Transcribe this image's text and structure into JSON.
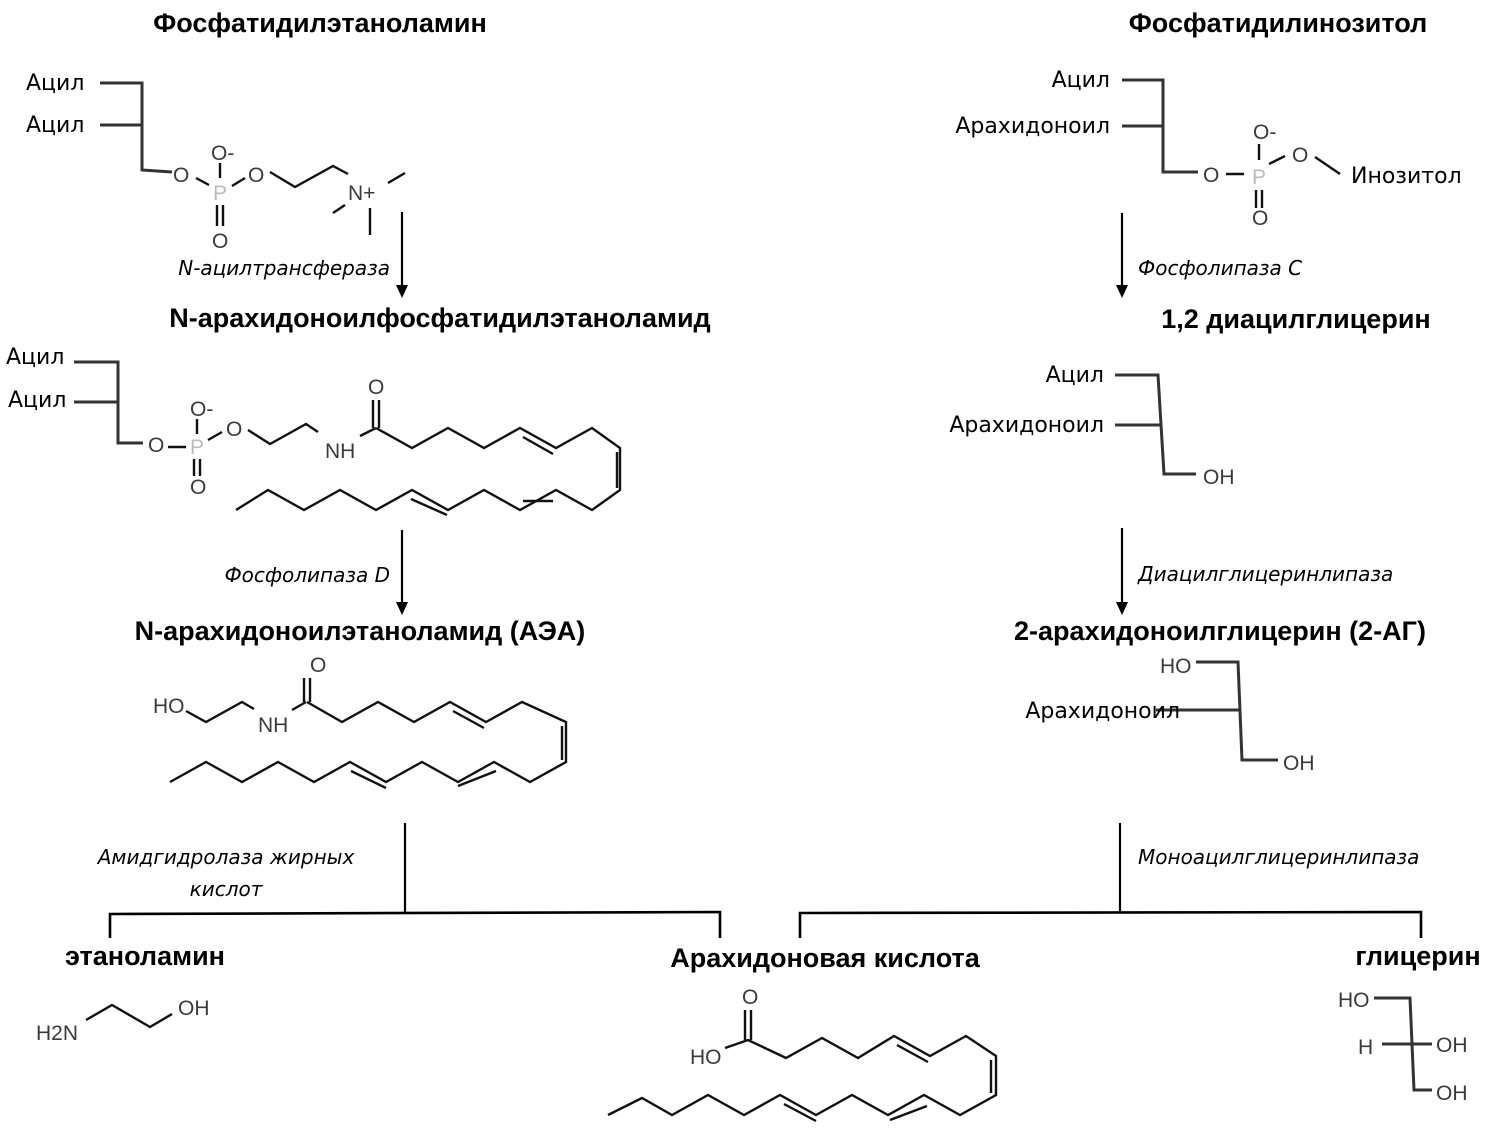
{
  "left_pathway": {
    "start_compound": "Фосфатидилэтаноламин",
    "start_groups": [
      "Ацил",
      "Ацил"
    ],
    "enzyme_1": "N-ацилтрансфераза",
    "intermediate": "N-арахидоноилфосфатидилэтаноламид",
    "intermediate_groups": [
      "Ацил",
      "Ацил"
    ],
    "enzyme_2": "Фосфолипаза D",
    "product": "N-арахидоноилэтаноламид (АЭА)",
    "hydrolysis_enzyme_line1": "Амидгидролаза жирных",
    "hydrolysis_enzyme_line2": "кислот"
  },
  "right_pathway": {
    "start_compound": "Фосфатидилинозитол",
    "start_groups": [
      "Ацил",
      "Арахидоноил"
    ],
    "inositol_label": "Инозитол",
    "enzyme_1": "Фосфолипаза С",
    "intermediate": "1,2 диацилглицерин",
    "intermediate_groups": [
      "Ацил",
      "Арахидоноил"
    ],
    "enzyme_2": "Диацилглицеринлипаза",
    "product": "2-арахидоноилглицерин (2-АГ)",
    "product_group": "Арахидоноил",
    "hydrolysis_enzyme": "Моноацилглицеринлипаза"
  },
  "final_products": {
    "ethanolamine": "этаноламин",
    "arachidonic_acid": "Арахидоновая кислота",
    "glycerol": "глицерин"
  },
  "atoms": {
    "O": "O",
    "O_minus": "O-",
    "P": "P",
    "N_plus": "N+",
    "NH": "NH",
    "OH": "OH",
    "HO": "HO",
    "H": "H",
    "H2N": "H2N"
  }
}
